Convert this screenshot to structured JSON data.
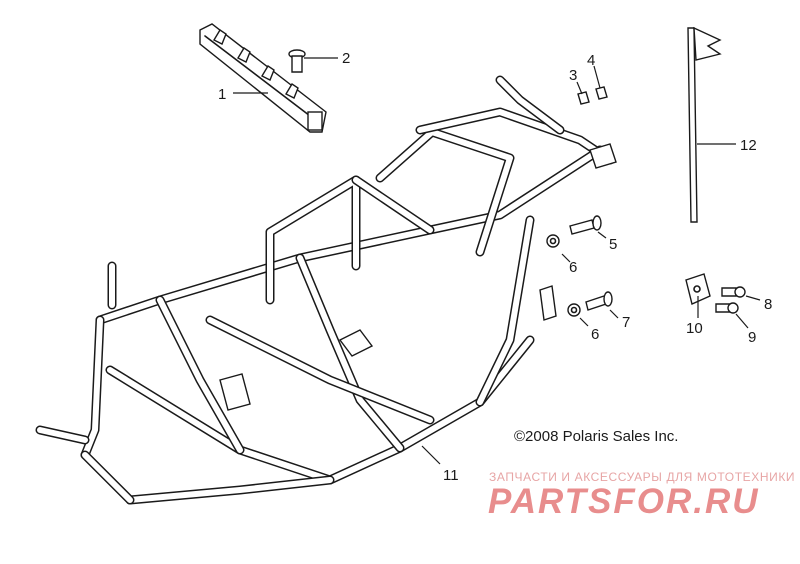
{
  "diagram": {
    "callouts": [
      {
        "id": "1",
        "label": "1"
      },
      {
        "id": "2",
        "label": "2"
      },
      {
        "id": "3",
        "label": "3"
      },
      {
        "id": "4",
        "label": "4"
      },
      {
        "id": "5",
        "label": "5"
      },
      {
        "id": "6a",
        "label": "6"
      },
      {
        "id": "6b",
        "label": "6"
      },
      {
        "id": "7",
        "label": "7"
      },
      {
        "id": "8",
        "label": "8"
      },
      {
        "id": "9",
        "label": "9"
      },
      {
        "id": "10",
        "label": "10"
      },
      {
        "id": "11",
        "label": "11"
      },
      {
        "id": "12",
        "label": "12"
      }
    ],
    "copyright": "©2008 Polaris Sales Inc."
  },
  "watermark": {
    "tagline": "ЗАПЧАСТИ И АКСЕССУАРЫ ДЛЯ МОТОТЕХНИКИ",
    "logo": "PARTSFOR.RU"
  }
}
